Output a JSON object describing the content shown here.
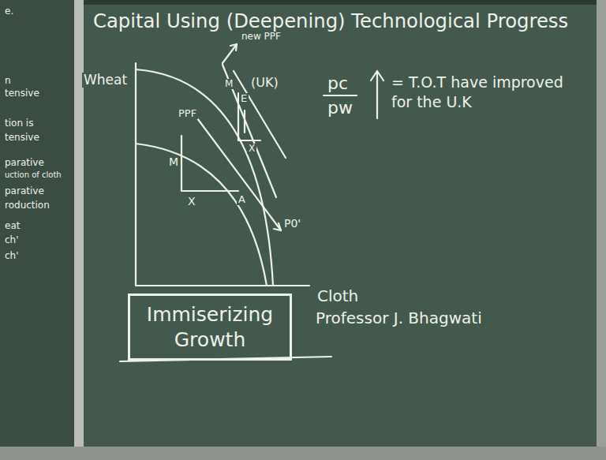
{
  "diagram": {
    "title": "Capital Using (Deepening) Technological Progress",
    "nodes": [
      {
        "text": [
          "Immiserizing Growth"
        ]
      }
    ],
    "labels": [
      "Wheat",
      "new PPF",
      "(UK)",
      "M",
      "E",
      "PPF",
      "M",
      "X",
      "X",
      "A",
      "P0'",
      "pc",
      "pw",
      "= T.O.T have improved for the U.K",
      "Cloth",
      "Professor J. Bhagwati",
      "e.",
      "n",
      "tensive",
      "tion is",
      "tensive",
      "parative",
      "uction of cloth",
      "parative",
      "roduction",
      "eat",
      "ch'",
      "ch'"
    ]
  }
}
